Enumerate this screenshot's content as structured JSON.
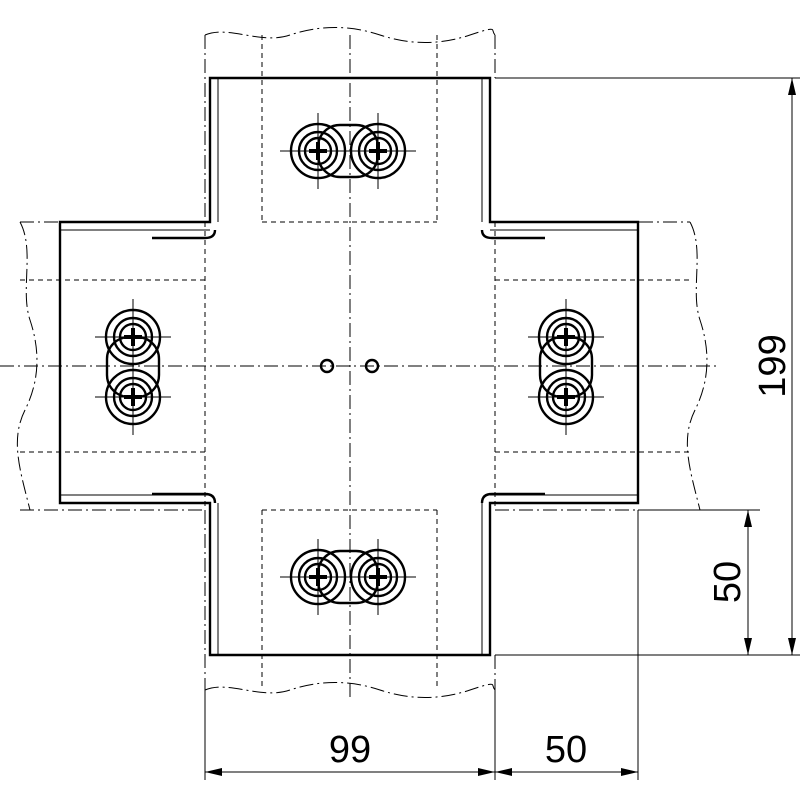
{
  "dimensions": {
    "width_cross": "99",
    "width_arm": "50",
    "height_total": "199",
    "height_arm": "50"
  }
}
